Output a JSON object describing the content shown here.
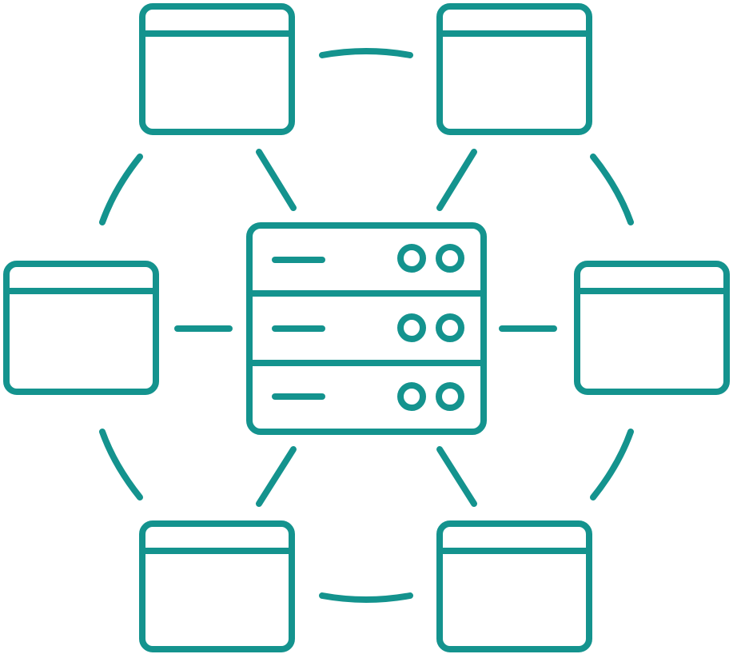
{
  "diagram": {
    "type": "network-topology",
    "stroke_color": "#14938e",
    "background_color": "#ffffff",
    "center_node": {
      "icon": "server-rack-icon",
      "units": 3,
      "indicator_lights_per_unit": 2
    },
    "client_nodes": [
      {
        "icon": "browser-window-icon",
        "position": "top-left"
      },
      {
        "icon": "browser-window-icon",
        "position": "top-right"
      },
      {
        "icon": "browser-window-icon",
        "position": "middle-left"
      },
      {
        "icon": "browser-window-icon",
        "position": "middle-right"
      },
      {
        "icon": "browser-window-icon",
        "position": "bottom-left"
      },
      {
        "icon": "browser-window-icon",
        "position": "bottom-right"
      }
    ],
    "connections": {
      "server_to_clients": 6,
      "ring_arcs": 6
    }
  }
}
